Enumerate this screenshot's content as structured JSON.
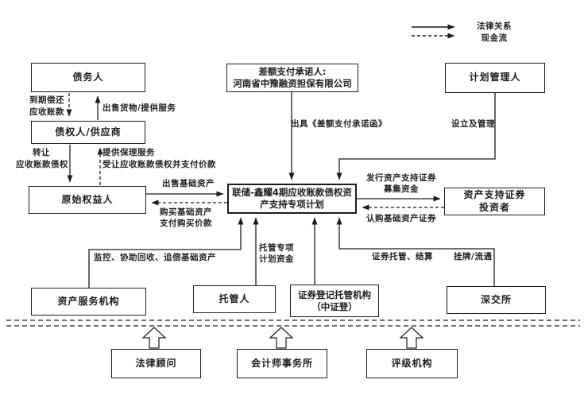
{
  "legend": {
    "solid": "法律关系",
    "dashed": "现金流"
  },
  "boxes": {
    "debtor": "债务人",
    "creditor": "债权人/供应商",
    "originator": "原始权益人",
    "guarantor": {
      "line1": "差额支付承诺人:",
      "line2": "河南省中豫融资担保有限公司"
    },
    "plan_manager": "计划管理人",
    "spv": {
      "line1": "联储-鑫耀4期应收账款债权资",
      "line2": "产支持专项计划"
    },
    "investor": {
      "line1": "资产支持证券",
      "line2": "投资者"
    },
    "asset_servicer": "资产服务机构",
    "custodian": "托管人",
    "registrar": {
      "line1": "证券登记托管机构",
      "line2": "（中证登）"
    },
    "exchange": "深交所",
    "legal_advisor": "法律顾问",
    "accounting_firm": "会计师事务所",
    "rating_agency": "评级机构"
  },
  "edges": {
    "repay": {
      "line1": "到期偿还",
      "line2": "应收账款"
    },
    "sell_goods": "出售货物/提供服务",
    "transfer": {
      "line1": "转让",
      "line2": "应收账款债权"
    },
    "factoring": {
      "line1": "提供保理服务",
      "line2": "受让应收账款债权并支付价款"
    },
    "sell_assets": "出售基础资产",
    "buy_assets": {
      "line1": "购买基础资产",
      "line2": "支付购买价款"
    },
    "commitment_letter": "出具《差额支付承诺函》",
    "setup_manage": "设立及管理",
    "issue_abs": {
      "line1": "发行资产支持证券",
      "line2": "募集资金"
    },
    "subscribe": "认购基础资产证券",
    "monitor": "监控、协助回收、追偿基础资产",
    "custody_funds": {
      "line1": "托管专项",
      "line2": "计划资金"
    },
    "settlement": "证券托管、结算",
    "listing": "挂牌/流通"
  },
  "colors": {
    "line": "#1c1c1c",
    "text": "#1c1c1c",
    "background": "#ffffff"
  }
}
